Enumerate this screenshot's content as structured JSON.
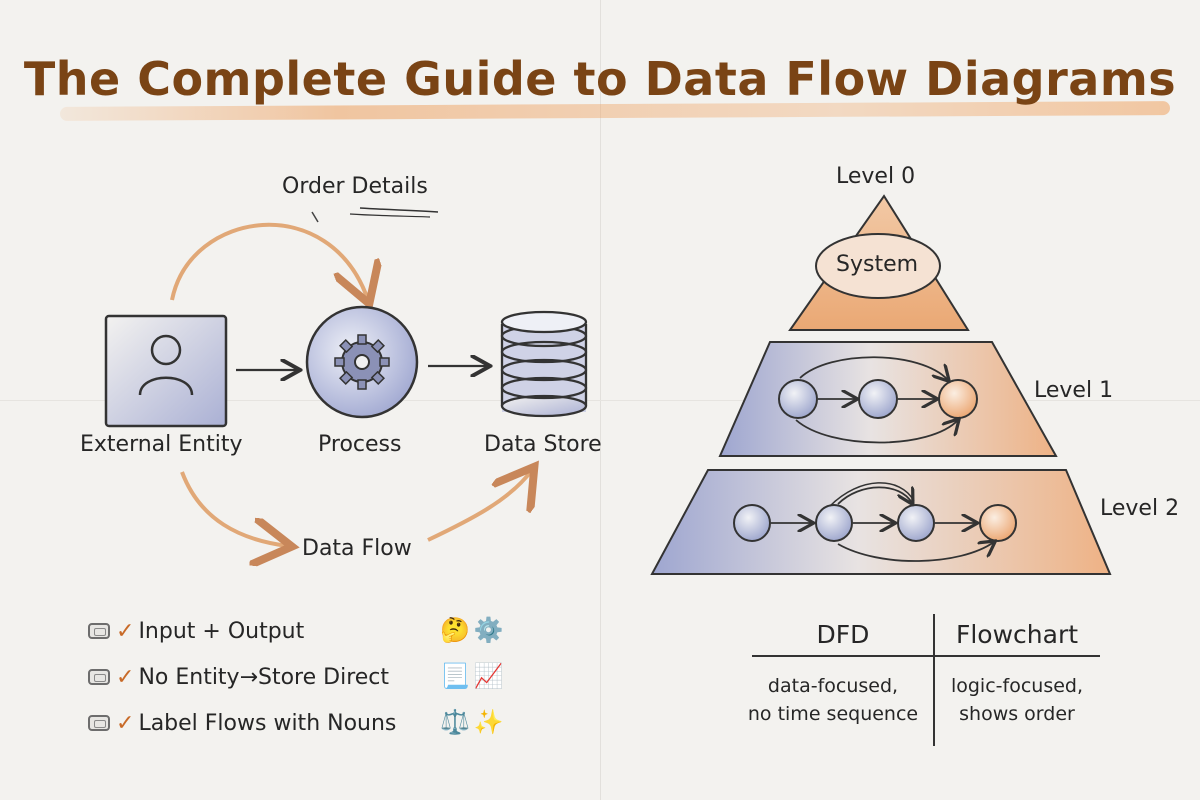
{
  "title": "The Complete Guide to Data Flow Diagrams",
  "dfd_example": {
    "flow_top_label": "Order Details",
    "flow_bottom_label": "Data Flow",
    "nodes": [
      {
        "label": "External Entity",
        "icon": "person-icon"
      },
      {
        "label": "Process",
        "icon": "gear-icon"
      },
      {
        "label": "Data Store",
        "icon": "database-icon"
      }
    ]
  },
  "levels": {
    "level0": "Level 0",
    "system": "System",
    "level1": "Level 1",
    "level2": "Level 2"
  },
  "checklist": [
    {
      "text": "Input + Output",
      "emoji": "🤔⚙️"
    },
    {
      "text": "No Entity→Store Direct",
      "emoji": "📃📈"
    },
    {
      "text": "Label Flows with Nouns",
      "emoji": "⚖️✨"
    }
  ],
  "comparison": {
    "left_header": "DFD",
    "right_header": "Flowchart",
    "left_line1": "data-focused,",
    "left_line2": "no time sequence",
    "right_line1": "logic-focused,",
    "right_line2": "shows order"
  },
  "colors": {
    "title": "#7a4415",
    "accent_orange": "#e8a36a",
    "accent_blue": "#8e98c8",
    "check": "#c86a28"
  }
}
